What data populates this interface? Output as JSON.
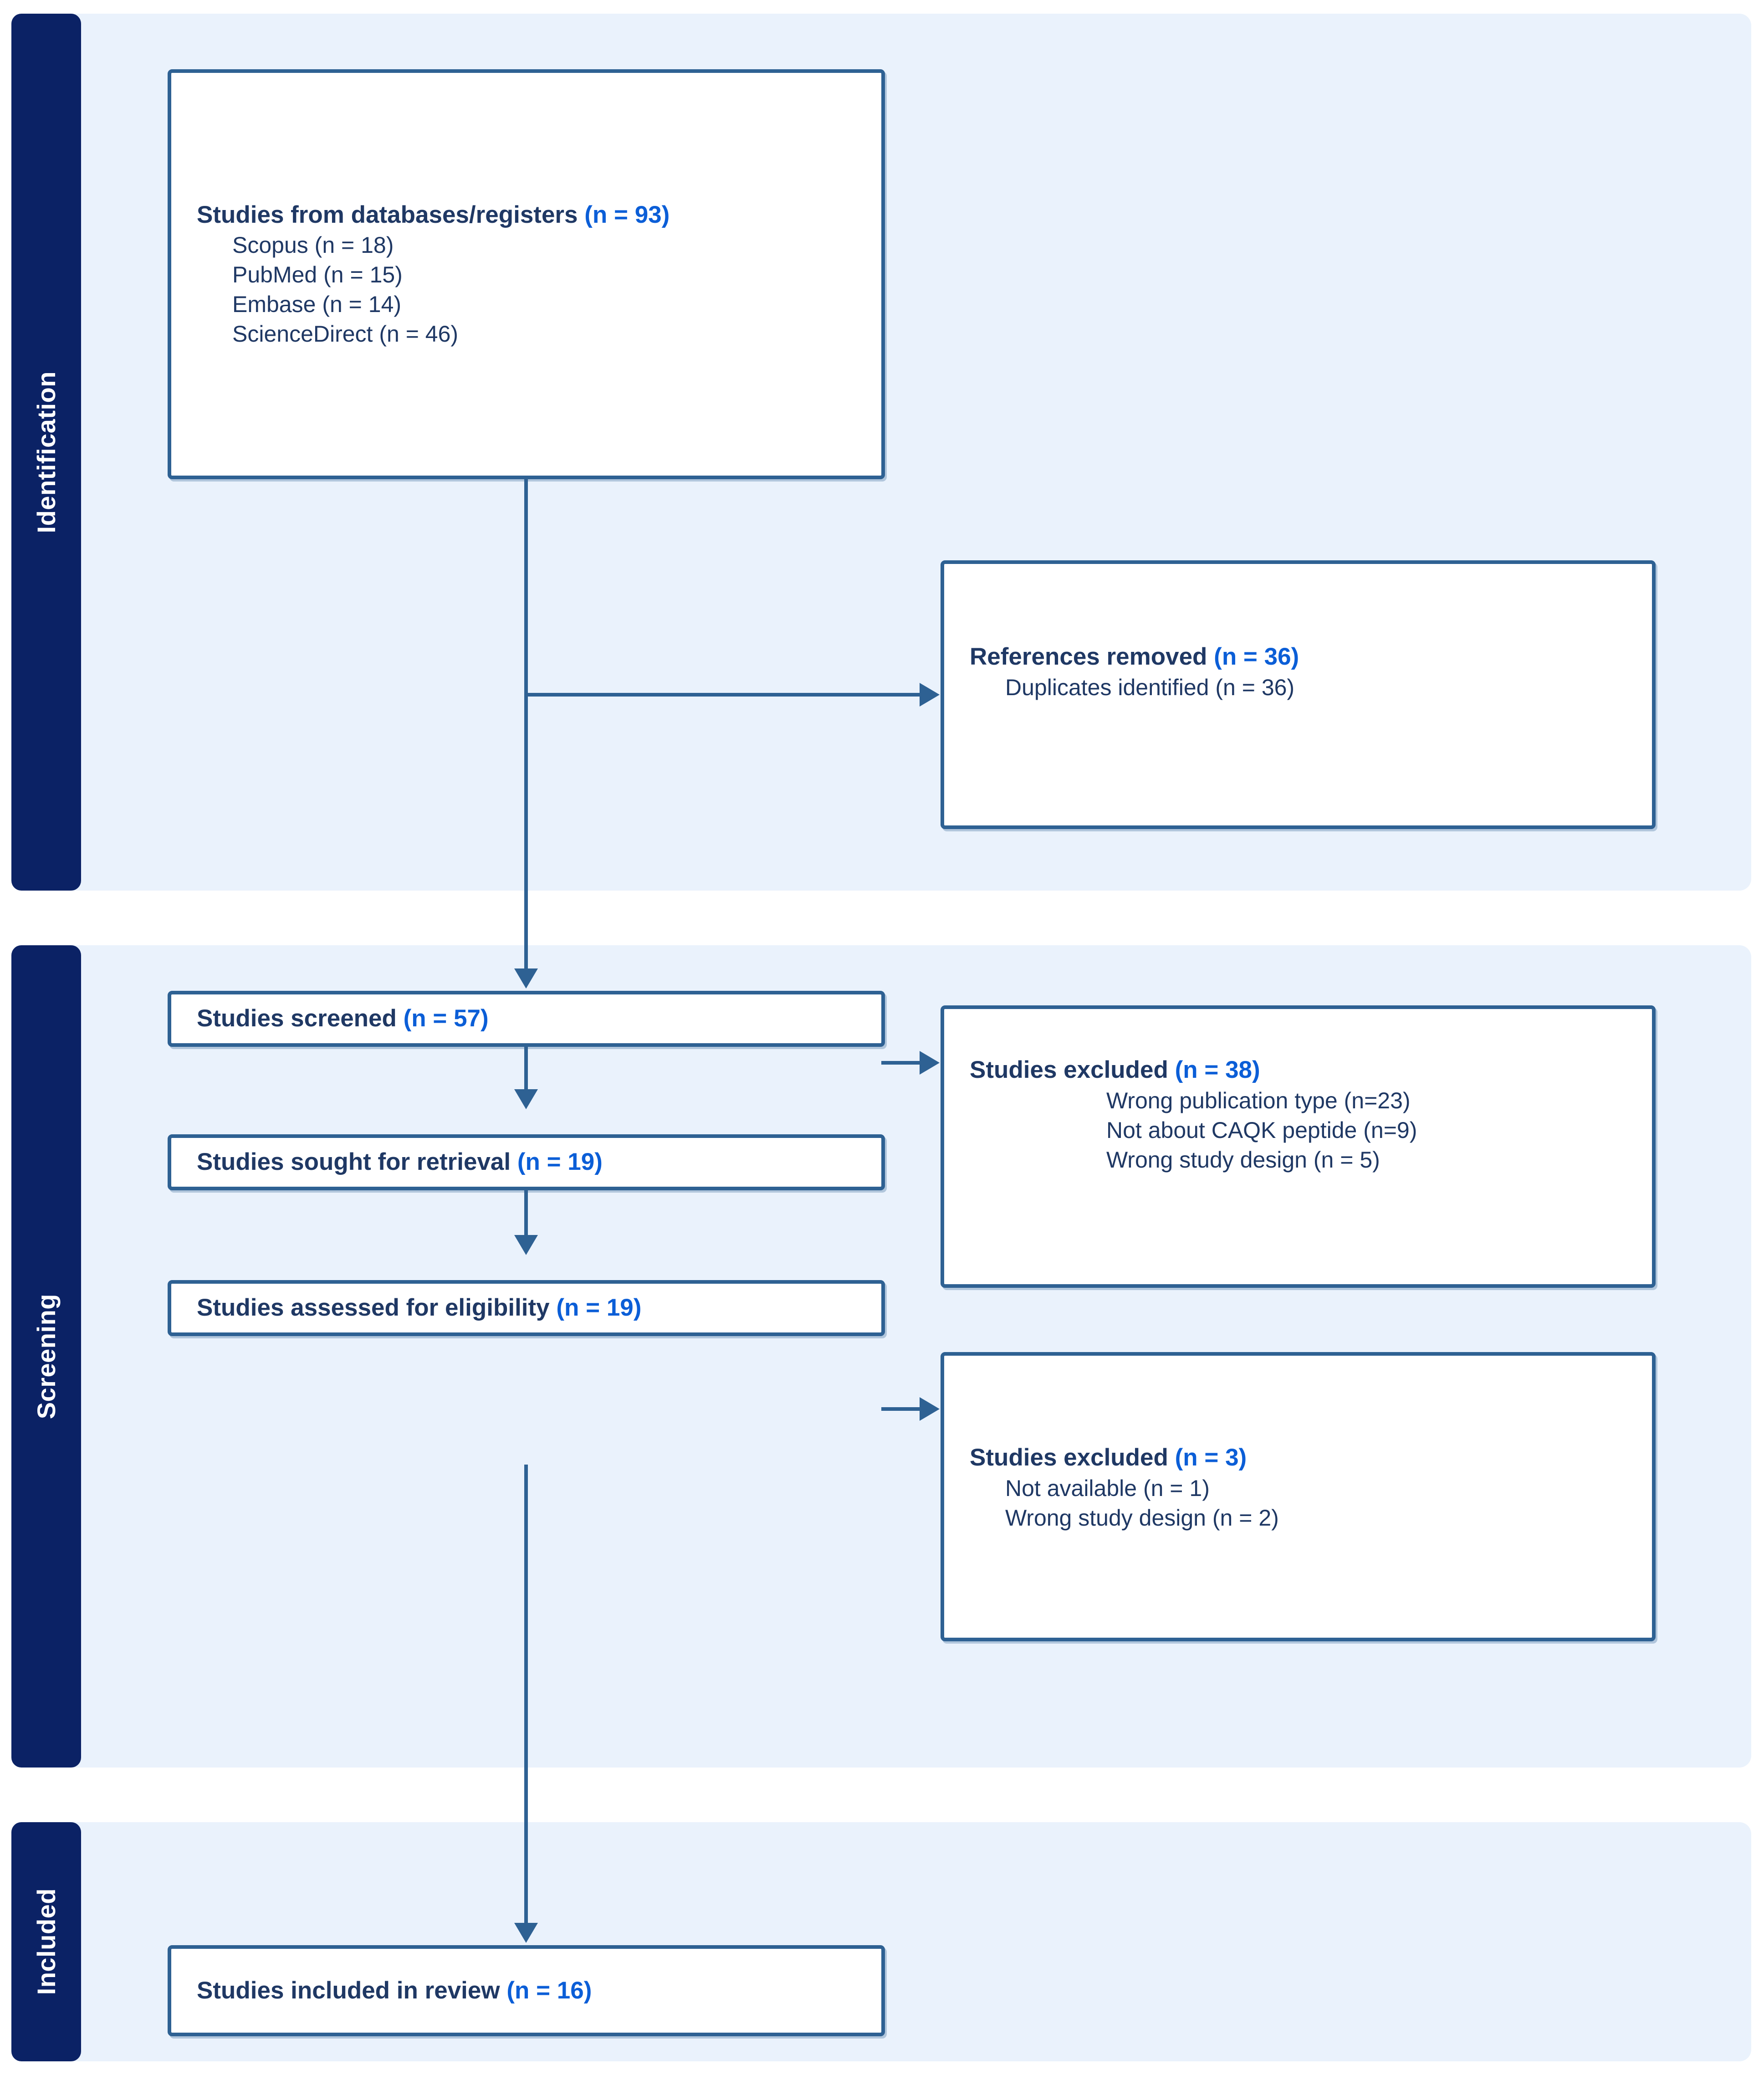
{
  "diagram": {
    "type": "prisma-flow-diagram",
    "accent_color": "#0b5ed7",
    "text_color": "#1f3864",
    "border_color": "#2e6193",
    "band_bg_color": "#eaf2fc",
    "band_label_color": "#0b2265"
  },
  "phases": [
    {
      "label": "Identification"
    },
    {
      "label": "Screening"
    },
    {
      "label": "Included"
    }
  ],
  "nodes": {
    "databases": {
      "title": "Studies from databases/registers ",
      "title_count": "(n = 93)",
      "sources": [
        "Scopus (n = 18)",
        "PubMed (n = 15)",
        "Embase (n = 14)",
        "ScienceDirect (n = 46)"
      ]
    },
    "references_removed": {
      "title": "References removed ",
      "title_count": "(n = 36)",
      "details": [
        "Duplicates identified (n = 36)"
      ]
    },
    "screened": {
      "title": "Studies screened ",
      "title_count": "(n = 57)"
    },
    "excluded_screening": {
      "title": "Studies excluded ",
      "title_count": "(n = 38)",
      "reasons": [
        "Wrong publication type (n=23)",
        "Not about CAQK peptide (n=9)",
        "Wrong study design (n = 5)"
      ]
    },
    "sought_retrieval": {
      "title": "Studies sought for retrieval ",
      "title_count": "(n = 19)"
    },
    "assessed_eligibility": {
      "title": "Studies assessed for eligibility ",
      "title_count": "(n = 19)"
    },
    "excluded_eligibility": {
      "title": "Studies excluded ",
      "title_count": "(n = 3)",
      "reasons": [
        "Not available (n = 1)",
        "Wrong study design (n = 2)"
      ]
    },
    "included": {
      "title": "Studies included in review ",
      "title_count": "(n = 16)"
    }
  },
  "chart_data": {
    "type": "flow",
    "title": "PRISMA 2020 flow diagram",
    "stages": [
      {
        "phase": "Identification",
        "label": "Studies from databases/registers",
        "n": 93,
        "breakdown": [
          {
            "label": "Scopus",
            "n": 18
          },
          {
            "label": "PubMed",
            "n": 15
          },
          {
            "label": "Embase",
            "n": 14
          },
          {
            "label": "ScienceDirect",
            "n": 46
          }
        ]
      },
      {
        "phase": "Identification",
        "label": "References removed",
        "n": 36,
        "breakdown": [
          {
            "label": "Duplicates identified",
            "n": 36
          }
        ]
      },
      {
        "phase": "Screening",
        "label": "Studies screened",
        "n": 57
      },
      {
        "phase": "Screening",
        "label": "Studies excluded",
        "n": 38,
        "breakdown": [
          {
            "label": "Wrong publication type",
            "n": 23
          },
          {
            "label": "Not about CAQK peptide",
            "n": 9
          },
          {
            "label": "Wrong study design",
            "n": 5
          }
        ]
      },
      {
        "phase": "Screening",
        "label": "Studies sought for retrieval",
        "n": 19
      },
      {
        "phase": "Screening",
        "label": "Studies assessed for eligibility",
        "n": 19
      },
      {
        "phase": "Screening",
        "label": "Studies excluded",
        "n": 3,
        "breakdown": [
          {
            "label": "Not available",
            "n": 1
          },
          {
            "label": "Wrong study design",
            "n": 2
          }
        ]
      },
      {
        "phase": "Included",
        "label": "Studies included in review",
        "n": 16
      }
    ]
  }
}
